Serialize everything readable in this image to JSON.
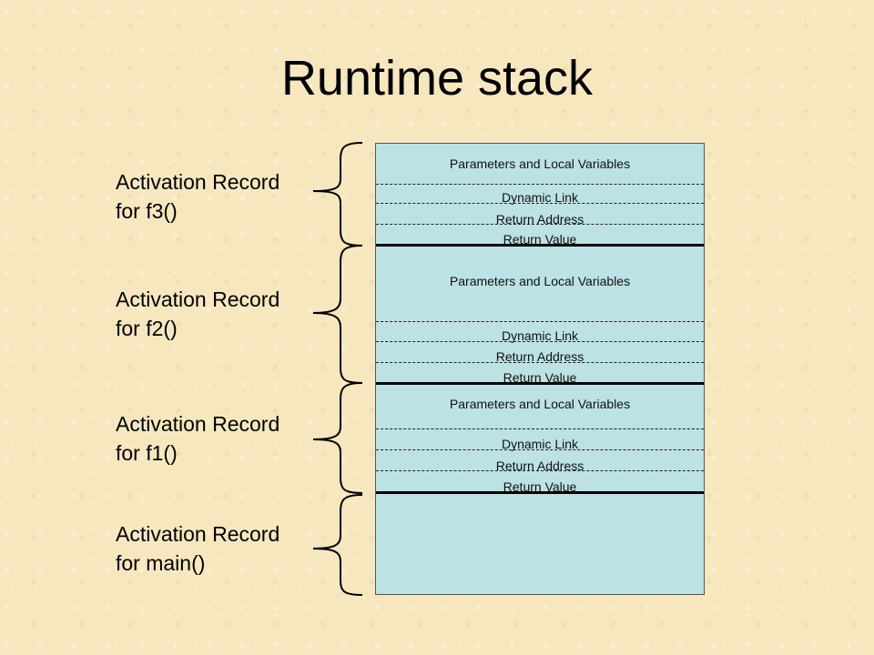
{
  "title": "Runtime stack",
  "records": [
    {
      "label_line1": "Activation Record",
      "label_line2": "for f3()"
    },
    {
      "label_line1": "Activation Record",
      "label_line2": "for f2()"
    },
    {
      "label_line1": "Activation Record",
      "label_line2": "for f1()"
    },
    {
      "label_line1": "Activation Record",
      "label_line2": "for main()"
    }
  ],
  "frames": [
    {
      "params": "Parameters and Local Variables",
      "dynamic_link": "Dynamic Link",
      "return_address": "Return Address",
      "return_value": "Return Value"
    },
    {
      "params": "Parameters and Local Variables",
      "dynamic_link": "Dynamic Link",
      "return_address": "Return Address",
      "return_value": "Return Value"
    },
    {
      "params": "Parameters and Local Variables",
      "dynamic_link": "Dynamic Link",
      "return_address": "Return Address",
      "return_value": "Return Value"
    }
  ],
  "colors": {
    "stack_fill": "#bde2e3",
    "background": "#f7e7bf"
  }
}
